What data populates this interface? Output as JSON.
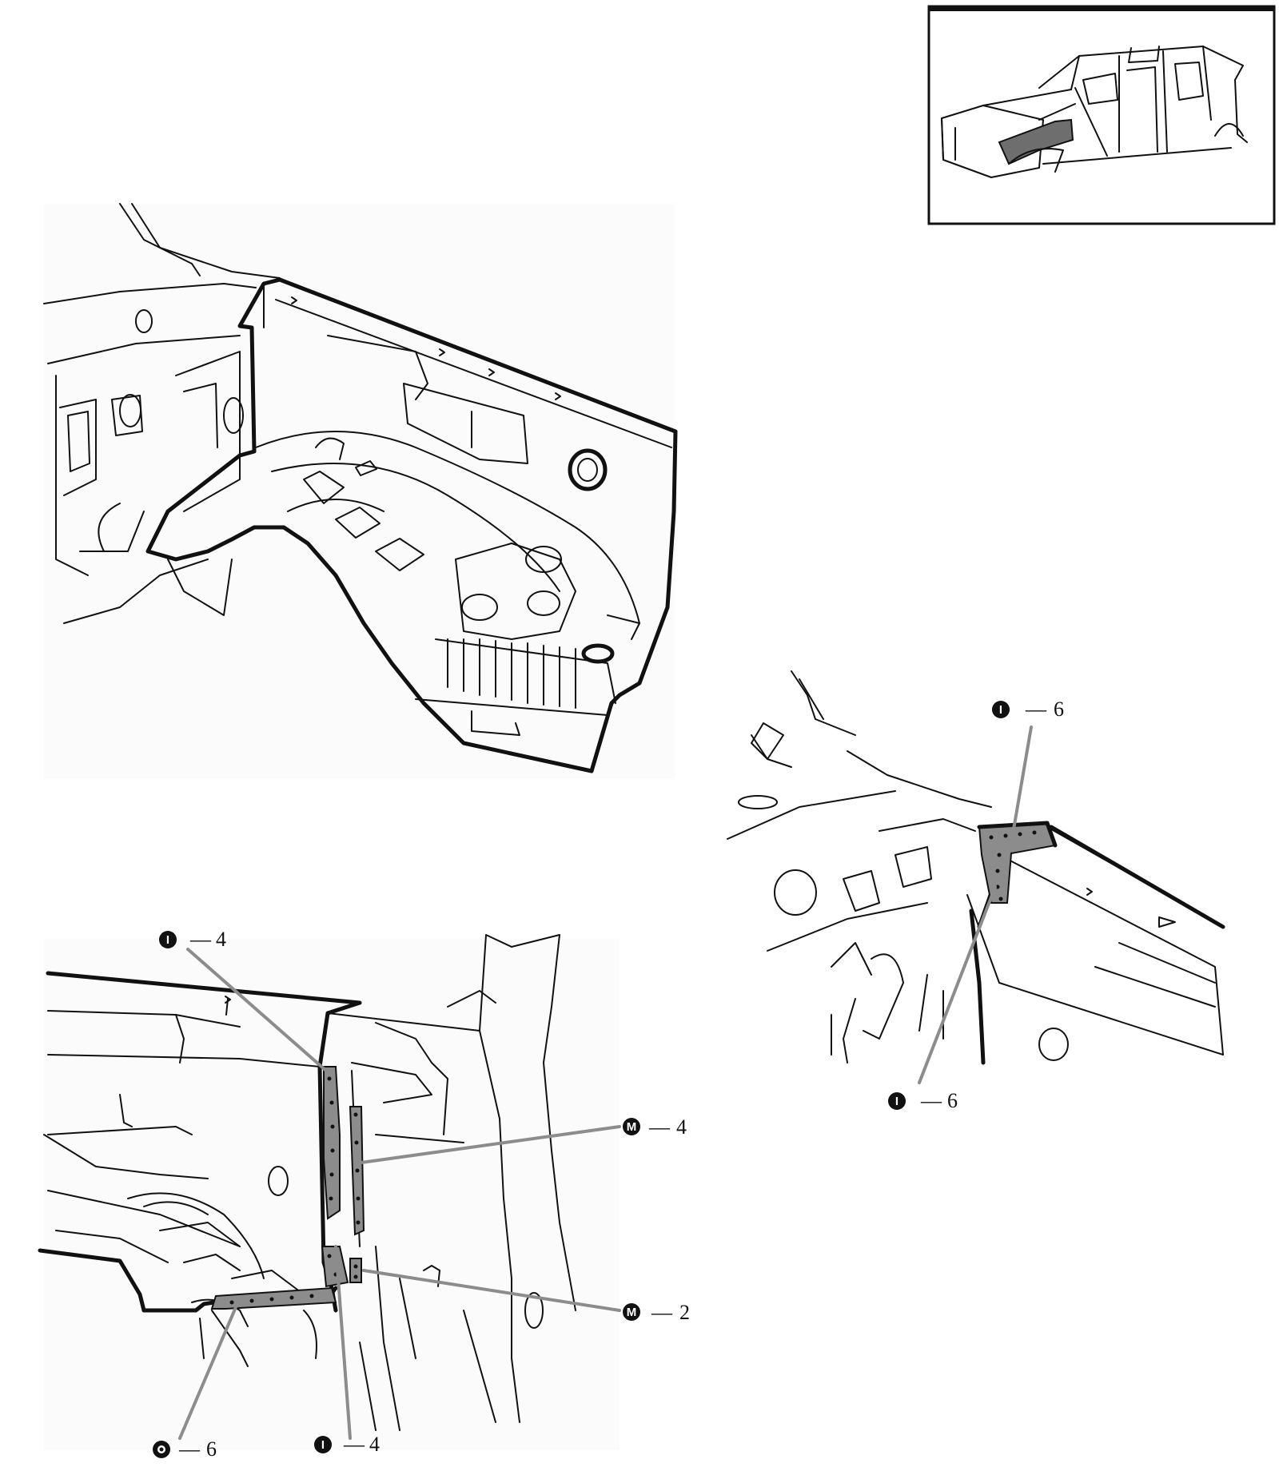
{
  "colors": {
    "line": "#111111",
    "weld_zone_fill": "#8c8c8c",
    "leader": "#8c8c8c",
    "locator_panel_fill": "#6e6e6e",
    "background": "#ffffff"
  },
  "symbols": {
    "I": "I",
    "M": "M"
  },
  "locator": {
    "icon": "vehicle-body-shell-icon"
  },
  "views": {
    "main_view": {
      "icon": "front-inner-wheelhouse-panel-icon"
    },
    "lower_view": {
      "callouts": [
        {
          "symbol": "I",
          "sep": "—",
          "count": "4"
        },
        {
          "symbol": "M",
          "sep": "—",
          "count": "4"
        },
        {
          "symbol": "M",
          "sep": "—",
          "count": "2"
        },
        {
          "symbol": "O",
          "sep": "—",
          "count": "6"
        },
        {
          "symbol": "I",
          "sep": "—",
          "count": "4"
        }
      ]
    },
    "right_view": {
      "callouts": [
        {
          "symbol": "I",
          "sep": "—",
          "count": "6"
        },
        {
          "symbol": "I",
          "sep": "—",
          "count": "6"
        }
      ]
    }
  }
}
